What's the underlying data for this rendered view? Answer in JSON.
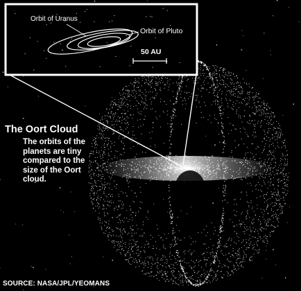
{
  "title": "The Oort Cloud",
  "description": "The orbits of the planets are tiny compared to the size of the Oort cloud.",
  "credit": "SOURCE: NASA/JPL/YEOMANS",
  "inset": {
    "orbit_uranus_label": "Orbit of Uranus",
    "orbit_pluto_label": "Orbit of Pluto",
    "scale_label": "50 AU"
  },
  "colors": {
    "background": "#000000",
    "foreground": "#ffffff"
  }
}
